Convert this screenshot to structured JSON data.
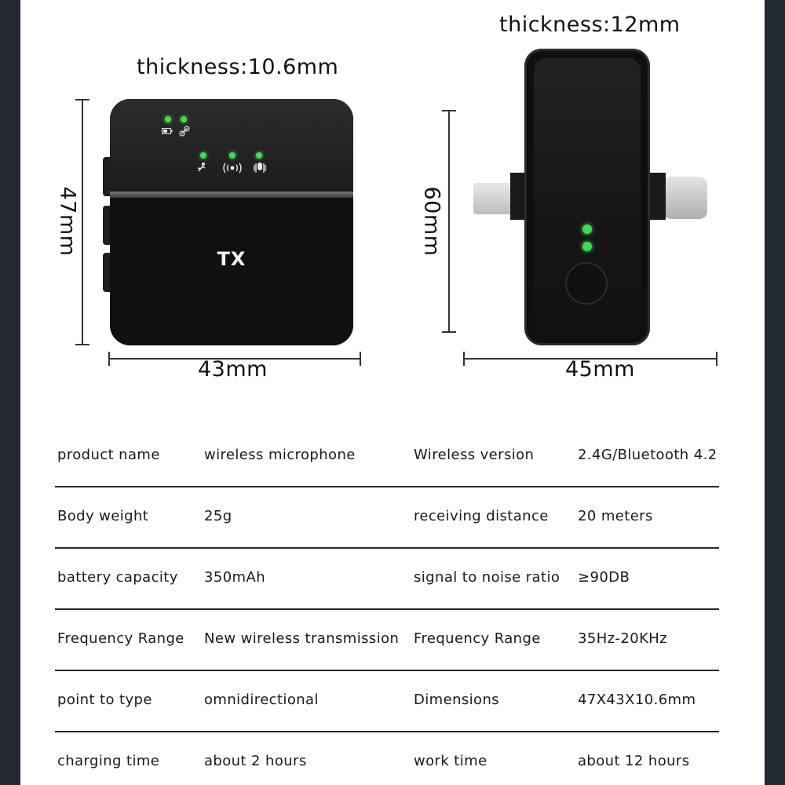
{
  "tx_device": {
    "thickness": "thickness:10.6mm",
    "height": "47mm",
    "width": "43mm",
    "label": "TX"
  },
  "rx_device": {
    "thickness": "thickness:12mm",
    "height": "60mm",
    "width": "45mm"
  },
  "specs": [
    {
      "k1": "product name",
      "v1": "wireless microphone",
      "k2": "Wireless version",
      "v2": "2.4G/Bluetooth 4.2"
    },
    {
      "k1": "Body weight",
      "v1": "25g",
      "k2": "receiving distance",
      "v2": "20 meters"
    },
    {
      "k1": "battery capacity",
      "v1": "350mAh",
      "k2": "signal to noise ratio",
      "v2": "≥90DB"
    },
    {
      "k1": "Frequency Range",
      "v1": "New wireless transmission",
      "k2": "Frequency Range",
      "v2": "35Hz-20KHz"
    },
    {
      "k1": "point to type",
      "v1": "omnidirectional",
      "k2": "Dimensions",
      "v2": "47X43X10.6mm"
    },
    {
      "k1": "charging time",
      "v1": "about 2 hours",
      "k2": "work time",
      "v2": "about 12 hours"
    }
  ]
}
